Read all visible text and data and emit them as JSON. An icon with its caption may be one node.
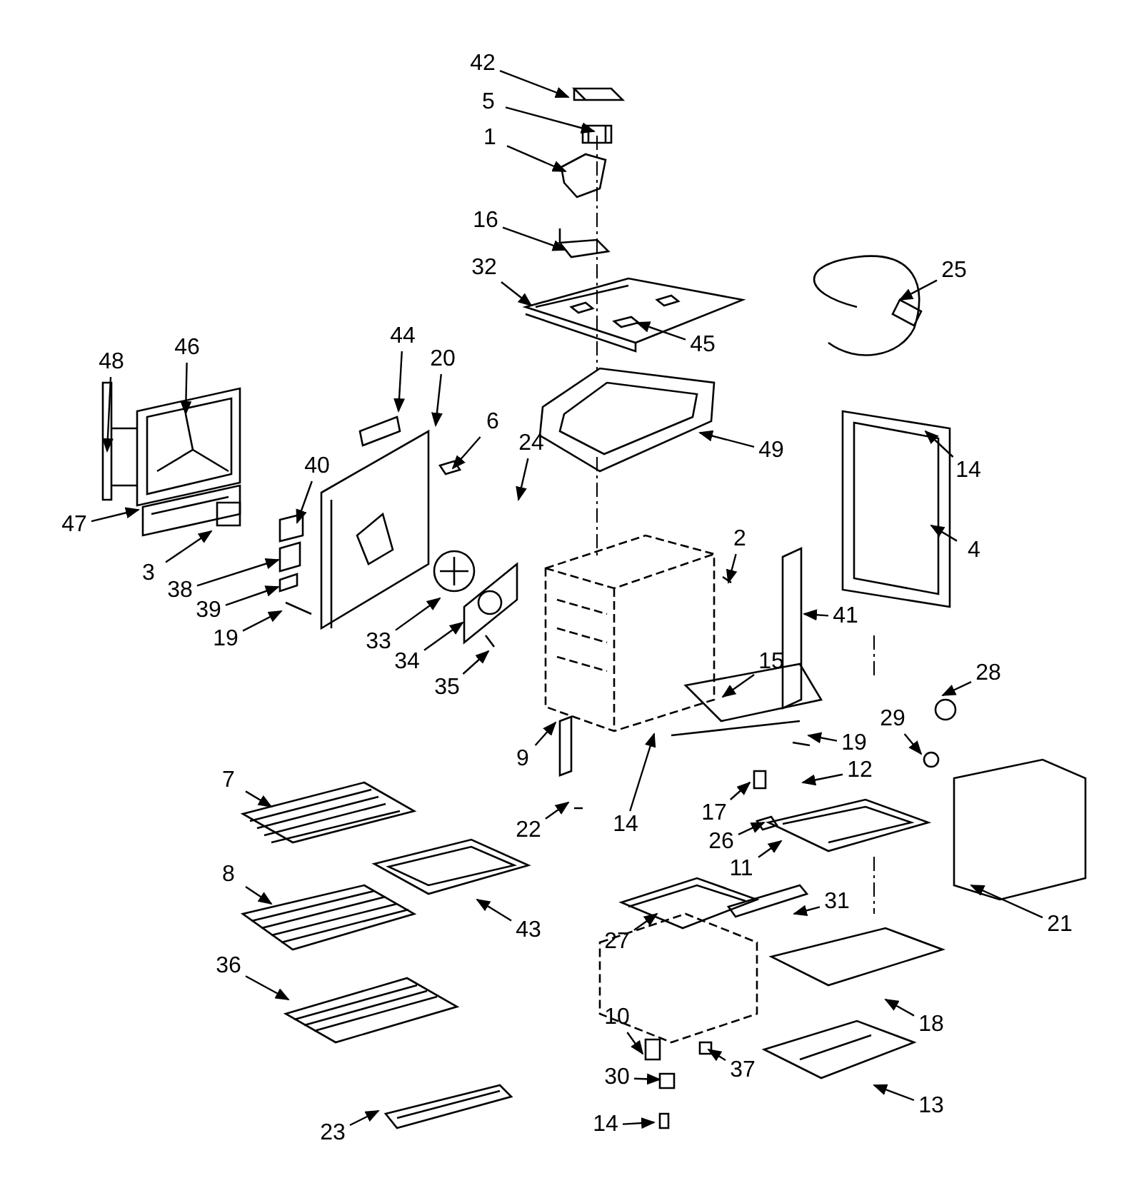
{
  "diagram": {
    "nodes": [
      {
        "text": [
          "42"
        ]
      },
      {
        "text": [
          "5"
        ]
      },
      {
        "text": [
          "1"
        ]
      },
      {
        "text": [
          "16"
        ]
      },
      {
        "text": [
          "25"
        ]
      },
      {
        "text": [
          "32"
        ]
      },
      {
        "text": [
          "45"
        ]
      },
      {
        "text": [
          "48"
        ]
      },
      {
        "text": [
          "46"
        ]
      },
      {
        "text": [
          "44"
        ]
      },
      {
        "text": [
          "20"
        ]
      },
      {
        "text": [
          "6"
        ]
      },
      {
        "text": [
          "24"
        ]
      },
      {
        "text": [
          "49"
        ]
      },
      {
        "text": [
          "14"
        ]
      },
      {
        "text": [
          "40"
        ]
      },
      {
        "text": [
          "47"
        ]
      },
      {
        "text": [
          "3"
        ]
      },
      {
        "text": [
          "4"
        ]
      },
      {
        "text": [
          "2"
        ]
      },
      {
        "text": [
          "38"
        ]
      },
      {
        "text": [
          "39"
        ]
      },
      {
        "text": [
          "41"
        ]
      },
      {
        "text": [
          "19"
        ]
      },
      {
        "text": [
          "33"
        ]
      },
      {
        "text": [
          "34"
        ]
      },
      {
        "text": [
          "35"
        ]
      },
      {
        "text": [
          "15"
        ]
      },
      {
        "text": [
          "28"
        ]
      },
      {
        "text": [
          "29"
        ]
      },
      {
        "text": [
          "19"
        ]
      },
      {
        "text": [
          "12"
        ]
      },
      {
        "text": [
          "9"
        ]
      },
      {
        "text": [
          "7"
        ]
      },
      {
        "text": [
          "14"
        ]
      },
      {
        "text": [
          "22"
        ]
      },
      {
        "text": [
          "17"
        ]
      },
      {
        "text": [
          "26"
        ]
      },
      {
        "text": [
          "11"
        ]
      },
      {
        "text": [
          "8"
        ]
      },
      {
        "text": [
          "31"
        ]
      },
      {
        "text": [
          "21"
        ]
      },
      {
        "text": [
          "43"
        ]
      },
      {
        "text": [
          "27"
        ]
      },
      {
        "text": [
          "36"
        ]
      },
      {
        "text": [
          "10"
        ]
      },
      {
        "text": [
          "18"
        ]
      },
      {
        "text": [
          "37"
        ]
      },
      {
        "text": [
          "30"
        ]
      },
      {
        "text": [
          "13"
        ]
      },
      {
        "text": [
          "14"
        ]
      },
      {
        "text": [
          "23"
        ]
      }
    ],
    "edges": [
      {
        "from": 0,
        "to": null,
        "arrow": "to"
      },
      {
        "from": 1,
        "to": null,
        "arrow": "to"
      },
      {
        "from": 2,
        "to": null,
        "arrow": "to"
      },
      {
        "from": 3,
        "to": null,
        "arrow": "to"
      },
      {
        "from": 4,
        "to": null,
        "arrow": "to"
      },
      {
        "from": 5,
        "to": null,
        "arrow": "to"
      },
      {
        "from": 6,
        "to": null,
        "arrow": "to"
      },
      {
        "from": 7,
        "to": null,
        "arrow": "to"
      },
      {
        "from": 8,
        "to": null,
        "arrow": "to"
      },
      {
        "from": 9,
        "to": null,
        "arrow": "to"
      },
      {
        "from": 10,
        "to": null,
        "arrow": "to"
      },
      {
        "from": 11,
        "to": null,
        "arrow": "to"
      },
      {
        "from": 12,
        "to": null,
        "arrow": "to"
      },
      {
        "from": 13,
        "to": null,
        "arrow": "to"
      },
      {
        "from": 14,
        "to": null,
        "arrow": "to"
      },
      {
        "from": 15,
        "to": null,
        "arrow": "to"
      },
      {
        "from": 16,
        "to": null,
        "arrow": "to"
      },
      {
        "from": 17,
        "to": null,
        "arrow": "to"
      },
      {
        "from": 18,
        "to": null,
        "arrow": "to"
      },
      {
        "from": 19,
        "to": null,
        "arrow": "to"
      },
      {
        "from": 20,
        "to": null,
        "arrow": "to"
      },
      {
        "from": 21,
        "to": null,
        "arrow": "to"
      },
      {
        "from": 22,
        "to": null,
        "arrow": "to"
      },
      {
        "from": 23,
        "to": null,
        "arrow": "to"
      },
      {
        "from": 24,
        "to": null,
        "arrow": "to"
      },
      {
        "from": 25,
        "to": null,
        "arrow": "to"
      },
      {
        "from": 26,
        "to": null,
        "arrow": "to"
      },
      {
        "from": 27,
        "to": null,
        "arrow": "to"
      },
      {
        "from": 28,
        "to": null,
        "arrow": "to"
      },
      {
        "from": 29,
        "to": null,
        "arrow": "to"
      },
      {
        "from": 30,
        "to": null,
        "arrow": "to"
      },
      {
        "from": 31,
        "to": null,
        "arrow": "to"
      },
      {
        "from": 32,
        "to": null,
        "arrow": "to"
      },
      {
        "from": 33,
        "to": null,
        "arrow": "to"
      },
      {
        "from": 34,
        "to": null,
        "arrow": "to"
      },
      {
        "from": 35,
        "to": null,
        "arrow": "to"
      },
      {
        "from": 36,
        "to": null,
        "arrow": "to"
      },
      {
        "from": 37,
        "to": null,
        "arrow": "to"
      },
      {
        "from": 38,
        "to": null,
        "arrow": "to"
      },
      {
        "from": 39,
        "to": null,
        "arrow": "to"
      },
      {
        "from": 40,
        "to": null,
        "arrow": "to"
      },
      {
        "from": 41,
        "to": null,
        "arrow": "to"
      },
      {
        "from": 42,
        "to": null,
        "arrow": "to"
      },
      {
        "from": 43,
        "to": null,
        "arrow": "to"
      },
      {
        "from": 44,
        "to": null,
        "arrow": "to"
      },
      {
        "from": 45,
        "to": null,
        "arrow": "to"
      },
      {
        "from": 46,
        "to": null,
        "arrow": "to"
      },
      {
        "from": 47,
        "to": null,
        "arrow": "to"
      },
      {
        "from": 48,
        "to": null,
        "arrow": "to"
      },
      {
        "from": 49,
        "to": null,
        "arrow": "to"
      },
      {
        "from": 50,
        "to": null,
        "arrow": "to"
      },
      {
        "from": 51,
        "to": null,
        "arrow": "to"
      }
    ]
  }
}
